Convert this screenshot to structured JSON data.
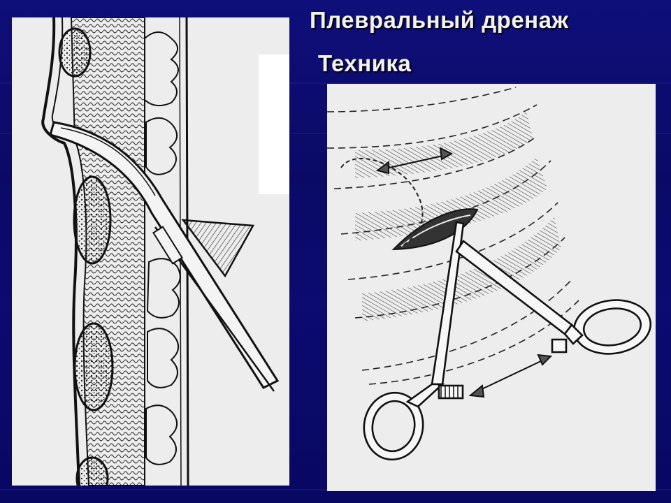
{
  "slide": {
    "title": "Плевральный дренаж",
    "subtitle": "Техника",
    "colors": {
      "background": "#0b0a6e",
      "panel": "#ededed",
      "ink": "#1a1a1a",
      "title_text": "#f2f2f2"
    }
  },
  "illustrations": {
    "left": {
      "icon": "chest-wall-cross-section-with-clamp"
    },
    "right": {
      "icon": "hemostat-clamp-through-intercostal-incision"
    }
  }
}
